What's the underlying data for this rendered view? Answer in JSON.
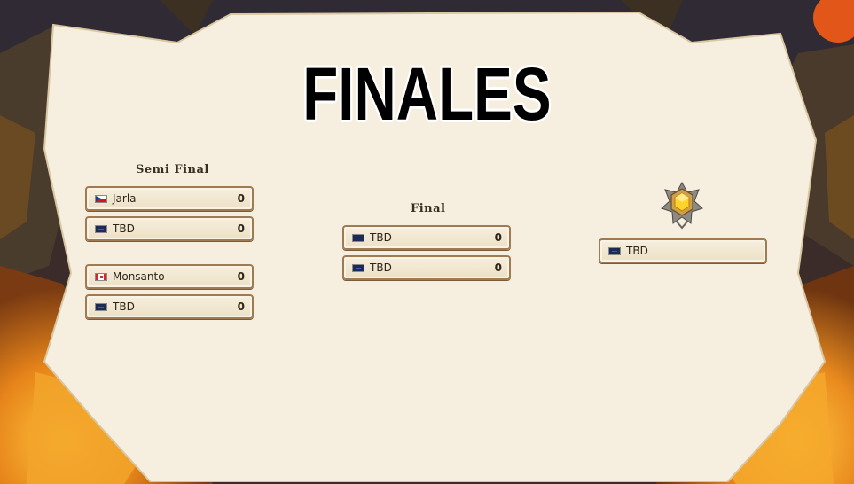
{
  "title": "FINALES",
  "semi_final": {
    "label": "Semi Final",
    "matches": [
      {
        "teams": [
          {
            "flag": "cz",
            "name": "Jarla",
            "score": "0"
          },
          {
            "flag": "tbd",
            "name": "TBD",
            "score": "0"
          }
        ]
      },
      {
        "teams": [
          {
            "flag": "ca",
            "name": "Monsanto",
            "score": "0"
          },
          {
            "flag": "tbd",
            "name": "TBD",
            "score": "0"
          }
        ]
      }
    ]
  },
  "final": {
    "label": "Final",
    "teams": [
      {
        "flag": "tbd",
        "name": "TBD",
        "score": "0"
      },
      {
        "flag": "tbd",
        "name": "TBD",
        "score": "0"
      }
    ]
  },
  "winner": {
    "flag": "tbd",
    "name": "TBD",
    "icon": "trophy-medal-icon"
  },
  "colors": {
    "parchment": "#f6efe0",
    "slot_border": "#a07b52",
    "frame_orange": "#e58a1c"
  }
}
